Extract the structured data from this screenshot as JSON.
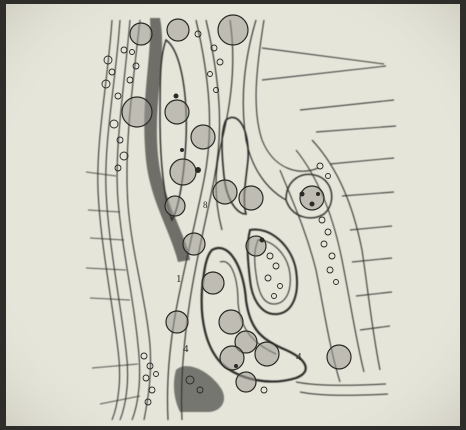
{
  "colors": {
    "frame": "#2e2d29",
    "paper": "#e6e5da",
    "ink": "#2a2a26",
    "shade": "#5b5a55",
    "cell": "#9c9b94"
  },
  "labels": {
    "region_1": "1",
    "region_4_left": "4",
    "region_4_right": "4",
    "region_8": "8"
  }
}
